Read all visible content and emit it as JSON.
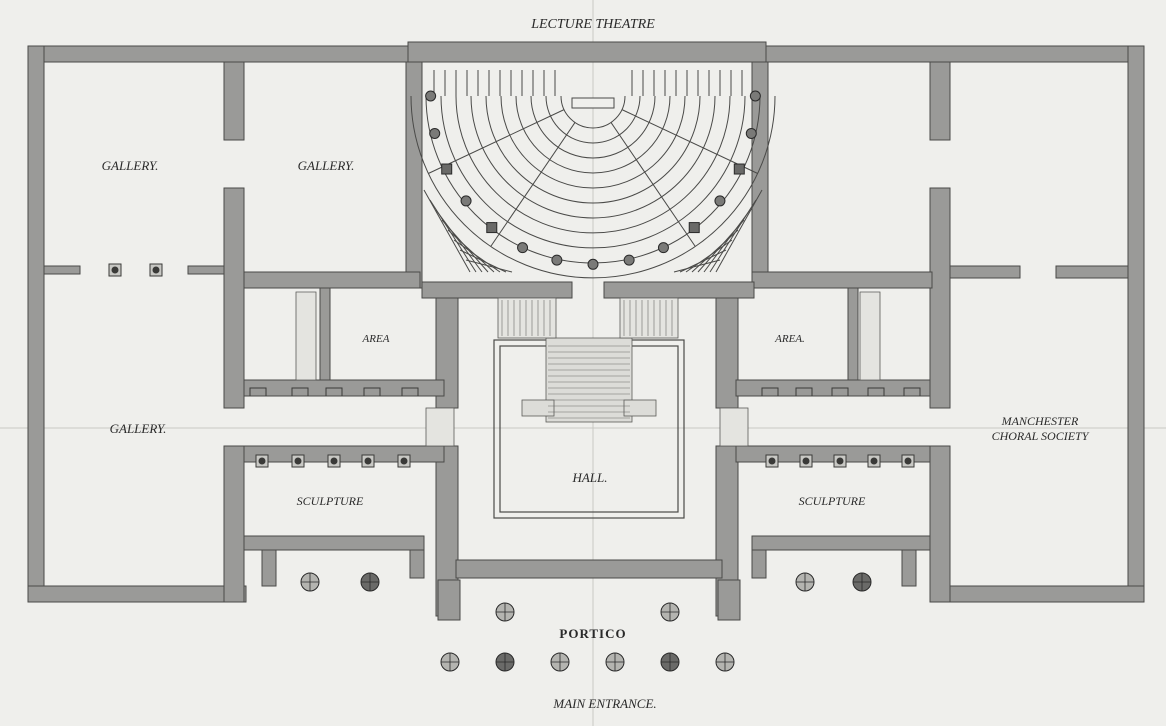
{
  "plan": {
    "colors": {
      "paper": "#efefec",
      "wall": "#9a9a98",
      "wall_stroke": "#4a4a48",
      "ink": "#2a2a2a",
      "wash": "#dcdcd8"
    },
    "labels": {
      "lecture_theatre": "LECTURE THEATRE",
      "gallery_top_left": "GALLERY.",
      "gallery_top_center": "GALLERY.",
      "gallery_mid_left": "GALLERY.",
      "area_left": "AREA",
      "area_right": "AREA.",
      "sculpture_left": "SCULPTURE",
      "sculpture_right": "SCULPTURE",
      "hall": "HALL.",
      "manchester_line1": "MANCHESTER",
      "manchester_line2": "CHORAL SOCIETY",
      "portico": "PORTICO",
      "main_entrance": "MAIN ENTRANCE."
    }
  }
}
